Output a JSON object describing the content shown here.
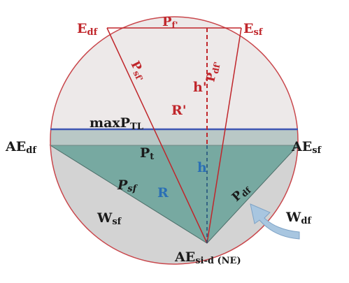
{
  "colors": {
    "red": "#c0262b",
    "black": "#1a1a1a",
    "blue": "#2a6fb5",
    "circle_outline": "#c9474c",
    "upper_fill": "#ede9e9",
    "lower_fill": "#d3d3d3",
    "triangle_fill": "#77a9a1",
    "band_fill": "#b9c8c6",
    "arrow_fill": "#a8c6e0"
  },
  "labels": {
    "e_df": {
      "base": "E",
      "sub": "df"
    },
    "p_f": {
      "base": "P",
      "sub": "f'"
    },
    "e_sf": {
      "base": "E",
      "sub": "sf"
    },
    "p_sf_prime": {
      "base": "P",
      "sub": "sf'"
    },
    "p_df_prime": {
      "base": "P",
      "sub": "df'"
    },
    "h_prime": "h'",
    "r_prime": "R'",
    "max_ptl": {
      "base": "maxP",
      "sub": "TL"
    },
    "ae_df": {
      "base": "AE",
      "sub": "df"
    },
    "ae_sf": {
      "base": "AE",
      "sub": "sf"
    },
    "p_t": {
      "base": "P",
      "sub": "t"
    },
    "h": "h",
    "p_sf": {
      "base": "P",
      "sub": "sf"
    },
    "r": "R",
    "p_df": {
      "base": "P",
      "sub": "df"
    },
    "w_sf": {
      "base": "W",
      "sub": "sf"
    },
    "w_df": {
      "base": "W",
      "sub": "df"
    },
    "ae_si_d": {
      "base": "AE",
      "sub": "si-d (NE)"
    }
  }
}
